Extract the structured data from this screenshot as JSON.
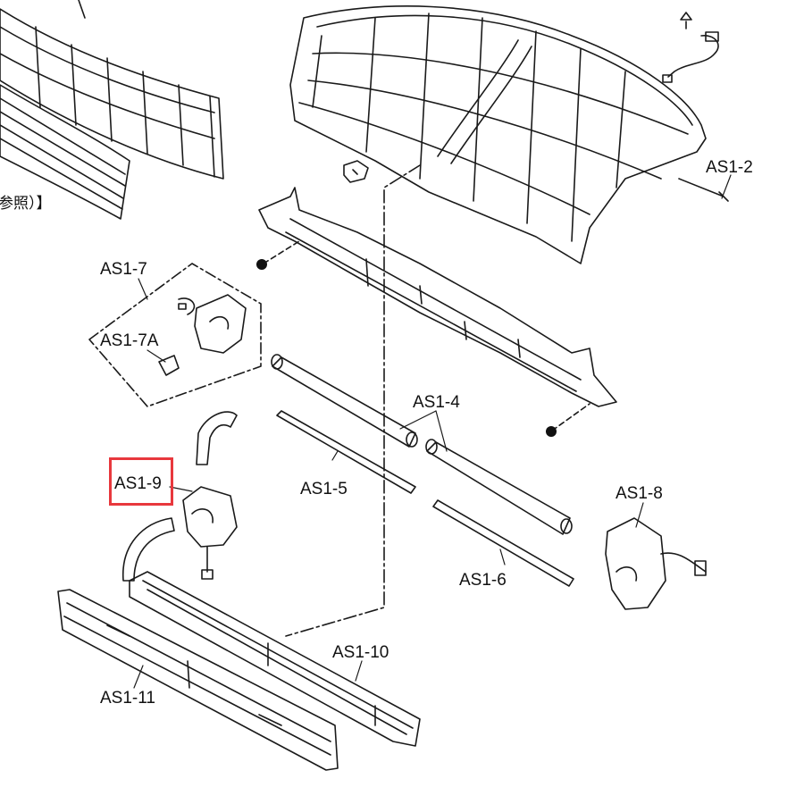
{
  "colors": {
    "line": "#1a1a1a",
    "highlight": "#e8383d",
    "background": "#ffffff"
  },
  "diagram": {
    "labels": {
      "as1_2": "AS1-2",
      "as1_4": "AS1-4",
      "as1_5": "AS1-5",
      "as1_6": "AS1-6",
      "as1_7": "AS1-7",
      "as1_7a": "AS1-7A",
      "as1_8": "AS1-8",
      "as1_9": "AS1-9",
      "as1_10": "AS1-10",
      "as1_11": "AS1-11",
      "partial_note": "参照）】"
    },
    "highlighted_part": "AS1-9"
  }
}
